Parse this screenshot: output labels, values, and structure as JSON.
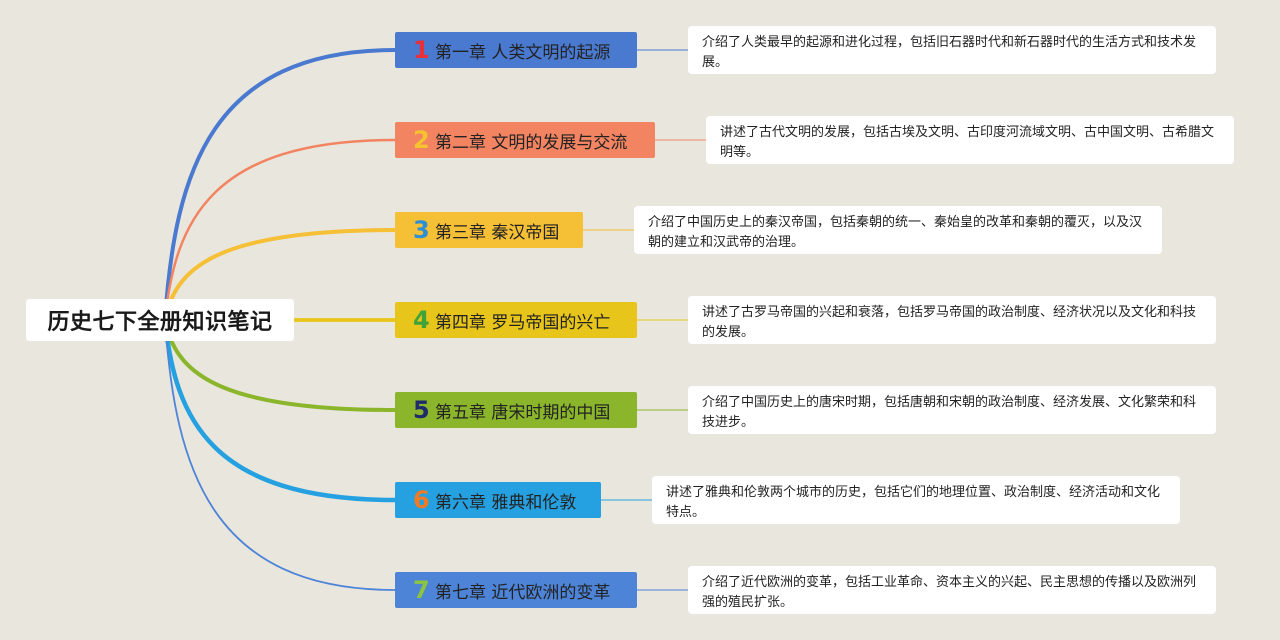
{
  "root": {
    "title": "历史七下全册知识笔记"
  },
  "chapters": [
    {
      "num": "1",
      "title": "第一章 人类文明的起源",
      "color": "#4a79d0",
      "num_color": "#e8303a",
      "desc": "介绍了人类最早的起源和进化过程，包括旧石器时代和新石器时代的生活方式和技术发展。"
    },
    {
      "num": "2",
      "title": "第二章 文明的发展与交流",
      "color": "#f28462",
      "num_color": "#f5c230",
      "desc": "讲述了古代文明的发展，包括古埃及文明、古印度河流域文明、古中国文明、古希腊文明等。"
    },
    {
      "num": "3",
      "title": "第三章 秦汉帝国",
      "color": "#f5bf36",
      "num_color": "#2d8fd5",
      "desc": "介绍了中国历史上的秦汉帝国，包括秦朝的统一、秦始皇的改革和秦朝的覆灭，以及汉朝的建立和汉武帝的治理。"
    },
    {
      "num": "4",
      "title": "第四章 罗马帝国的兴亡",
      "color": "#e7c51b",
      "num_color": "#3fa33a",
      "desc": "讲述了古罗马帝国的兴起和衰落，包括罗马帝国的政治制度、经济状况以及文化和科技的发展。"
    },
    {
      "num": "5",
      "title": "第五章 唐宋时期的中国",
      "color": "#8bb52a",
      "num_color": "#1f2c6b",
      "desc": "介绍了中国历史上的唐宋时期，包括唐朝和宋朝的政治制度、经济发展、文化繁荣和科技进步。"
    },
    {
      "num": "6",
      "title": "第六章 雅典和伦敦",
      "color": "#25a1e1",
      "num_color": "#f27a23",
      "desc": "讲述了雅典和伦敦两个城市的历史，包括它们的地理位置、政治制度、经济活动和文化特点。"
    },
    {
      "num": "7",
      "title": "第七章 近代欧洲的变革",
      "color": "#4d84d8",
      "num_color": "#8bc53f",
      "desc": "介绍了近代欧洲的变革，包括工业革命、资本主义的兴起、民主思想的传播以及欧洲列强的殖民扩张。"
    }
  ]
}
